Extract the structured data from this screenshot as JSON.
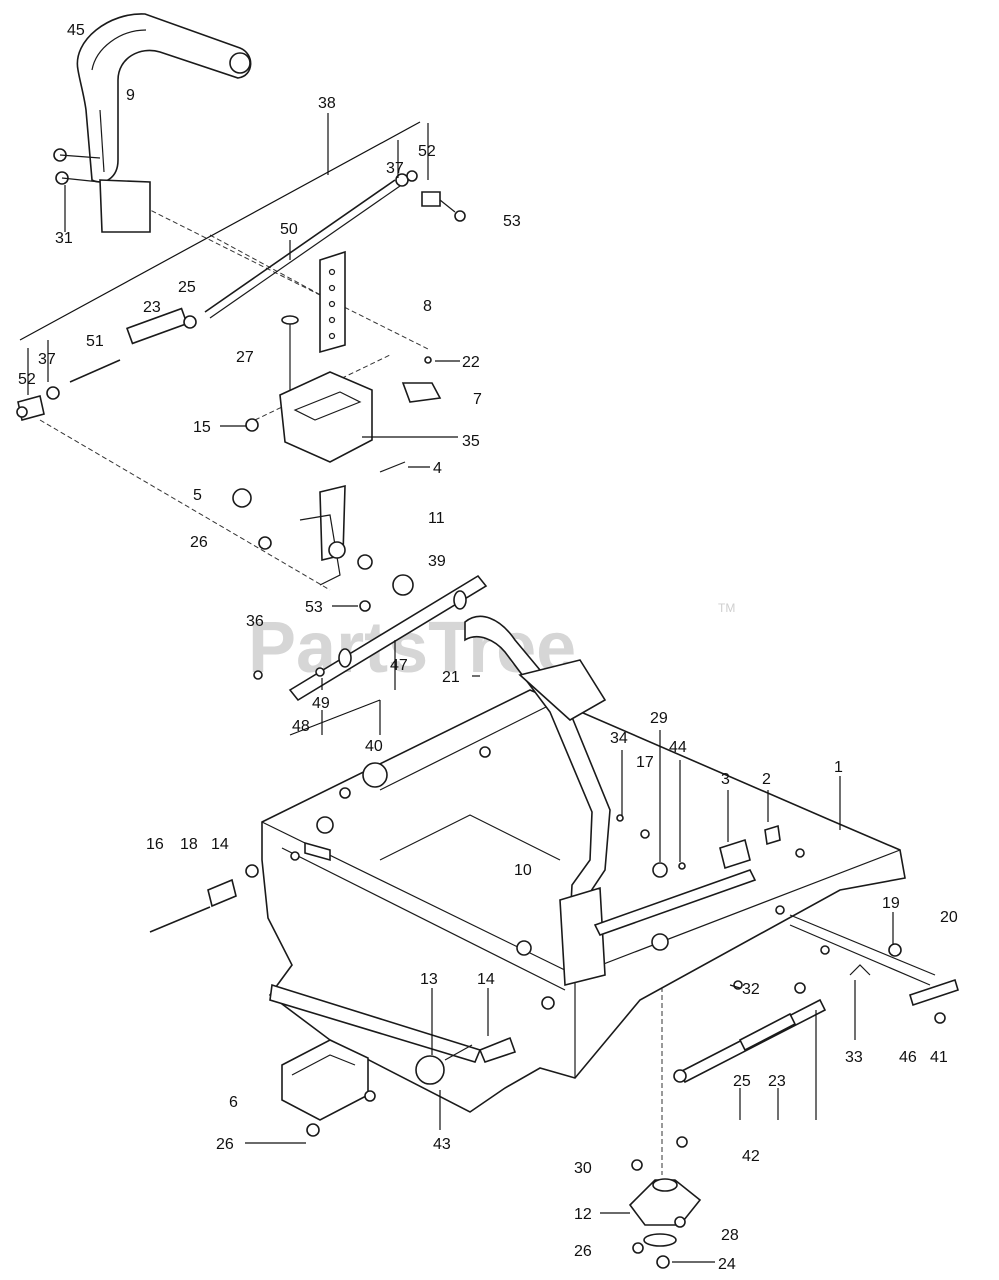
{
  "watermark": {
    "text": "PartsTree",
    "tm": "TM"
  },
  "callouts": [
    "45",
    "9",
    "38",
    "37",
    "52",
    "53",
    "31",
    "50",
    "25",
    "23",
    "8",
    "51",
    "37",
    "52",
    "27",
    "22",
    "7",
    "15",
    "35",
    "4",
    "5",
    "11",
    "26",
    "39",
    "53",
    "36",
    "21",
    "47",
    "49",
    "48",
    "40",
    "29",
    "34",
    "17",
    "44",
    "3",
    "2",
    "1",
    "16",
    "18",
    "14",
    "10",
    "19",
    "20",
    "13",
    "14",
    "32",
    "33",
    "46",
    "41",
    "6",
    "25",
    "23",
    "26",
    "43",
    "42",
    "30",
    "12",
    "28",
    "26",
    "24"
  ]
}
